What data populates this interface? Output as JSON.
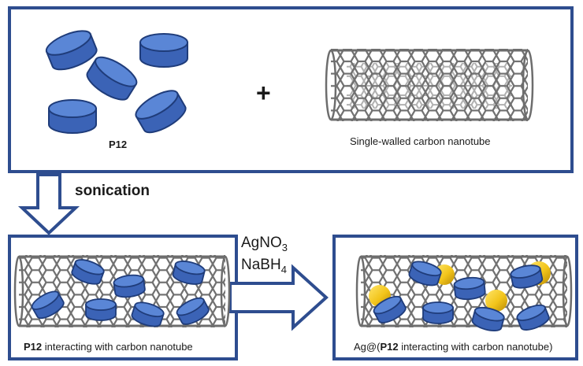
{
  "top_panel": {
    "p12_label": "P12",
    "plus_sign": "+",
    "nanotube_label": "Single-walled carbon nanotube"
  },
  "step1": {
    "label": "sonication"
  },
  "step2": {
    "reagent1_base": "AgNO",
    "reagent1_sub": "3",
    "reagent2_base": "NaBH",
    "reagent2_sub": "4"
  },
  "bottom_left": {
    "label_bold": "P12",
    "label_rest": " interacting with carbon nanotube"
  },
  "bottom_right": {
    "label_prefix": "Ag@(",
    "label_bold": "P12",
    "label_rest": " interacting with carbon nanotube)"
  },
  "colors": {
    "frame": "#2e4d8f",
    "arrow": "#2e4d8f",
    "cylinder_side": "#3b63b6",
    "cylinder_top": "#5a86d6",
    "cylinder_edge": "#1f3c7a",
    "tube_lines": "#6d6d6d",
    "silver_particle": "#f2c41a"
  }
}
